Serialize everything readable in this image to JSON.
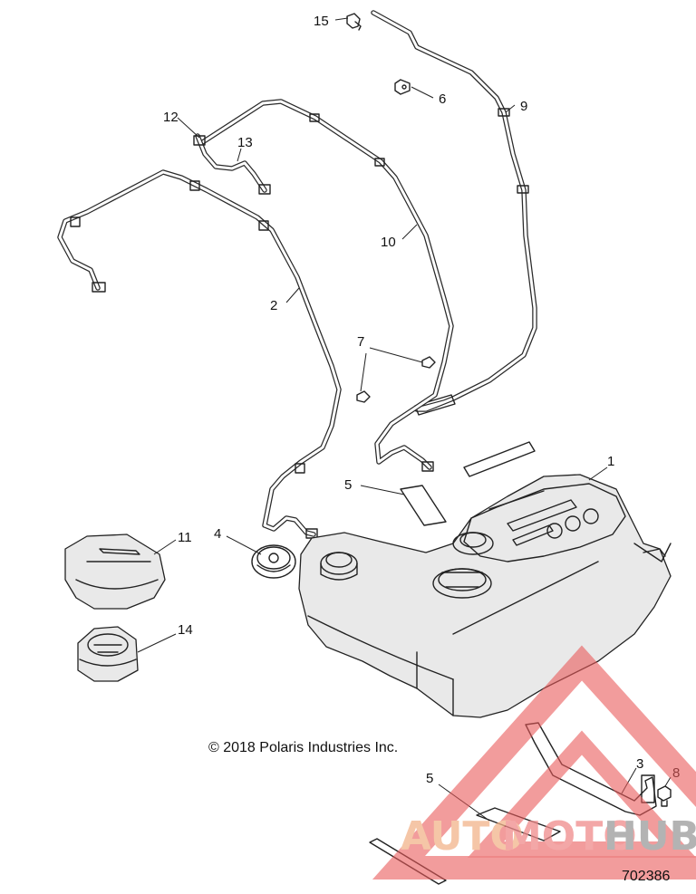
{
  "callouts": [
    {
      "id": "1",
      "label": "1"
    },
    {
      "id": "2",
      "label": "2"
    },
    {
      "id": "3",
      "label": "3"
    },
    {
      "id": "4",
      "label": "4"
    },
    {
      "id": "5a",
      "label": "5"
    },
    {
      "id": "5b",
      "label": "5"
    },
    {
      "id": "6",
      "label": "6"
    },
    {
      "id": "7",
      "label": "7"
    },
    {
      "id": "8",
      "label": "8"
    },
    {
      "id": "9",
      "label": "9"
    },
    {
      "id": "10",
      "label": "10"
    },
    {
      "id": "11",
      "label": "11"
    },
    {
      "id": "12",
      "label": "12"
    },
    {
      "id": "13",
      "label": "13"
    },
    {
      "id": "14",
      "label": "14"
    },
    {
      "id": "15",
      "label": "15"
    }
  ],
  "copyright": "© 2018 Polaris Industries Inc.",
  "diagram_number": "702386",
  "watermark": {
    "text_part1": "AUTO",
    "text_part2": "MOTO",
    "text_part3": "HUB",
    "color_auto": "#f2b48a",
    "color_moto": "#f08a8a",
    "color_hub": "#9a9a9a",
    "triangle_color": "#e85a5a"
  }
}
